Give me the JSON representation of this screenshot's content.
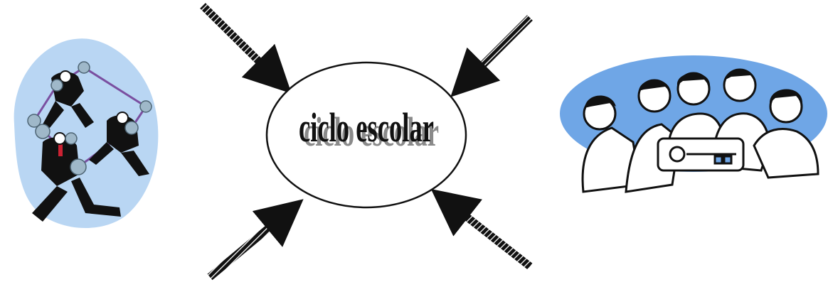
{
  "diagram": {
    "center": {
      "label": "ciclo escolar"
    },
    "arrows": [
      {
        "name": "arrow-top-left",
        "direction": "inward"
      },
      {
        "name": "arrow-top-right",
        "direction": "inward"
      },
      {
        "name": "arrow-bottom-left",
        "direction": "inward"
      },
      {
        "name": "arrow-bottom-right",
        "direction": "inward"
      }
    ],
    "illustrations": [
      {
        "name": "businessmen-network-illustration",
        "icon": "connected-people-clipart"
      },
      {
        "name": "team-holding-key-illustration",
        "icon": "group-holding-key-clipart"
      }
    ],
    "colors": {
      "arrow": "#111111",
      "ellipse_stroke": "#111111",
      "label": "#111111",
      "label_shadow": "#8a8a8a",
      "blue_backdrop": "#6fa6e6",
      "light_blue_backdrop": "#b9d6f3",
      "skin": "#ffffff",
      "suit": "#111111",
      "node": "#9fb8c9",
      "link": "#7a4fa0"
    }
  }
}
